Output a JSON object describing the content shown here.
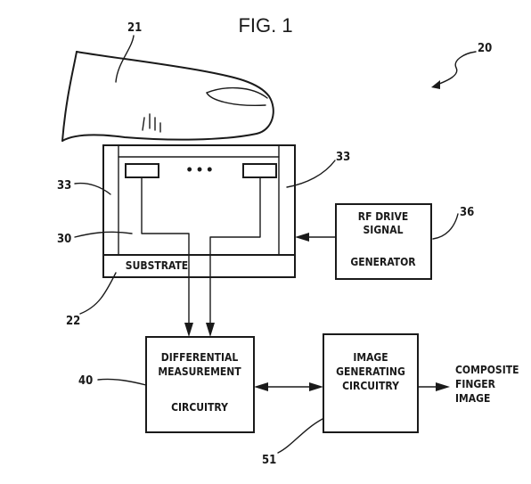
{
  "figure": {
    "title": "FIG. 1",
    "labels": {
      "substrate": "SUBSTRATE",
      "rf_drive": [
        "RF DRIVE",
        "SIGNAL",
        "GENERATOR"
      ],
      "differential": [
        "DIFFERENTIAL",
        "MEASUREMENT",
        "CIRCUITRY"
      ],
      "image_generating": [
        "IMAGE",
        "GENERATING",
        "CIRCUITRY"
      ],
      "composite": [
        "COMPOSITE",
        "FINGER",
        "IMAGE"
      ],
      "ellipsis": "• • •"
    },
    "refs": {
      "system": "20",
      "finger": "21",
      "substrate": "22",
      "sensor_array": "30",
      "side_left": "33",
      "side_right": "33",
      "rf_generator": "36",
      "differential": "40",
      "image_gen": "51"
    }
  }
}
